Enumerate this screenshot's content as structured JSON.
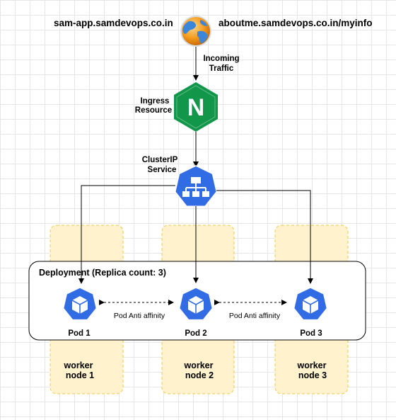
{
  "header": {
    "host_left": "sam-app.samdevops.co.in",
    "host_right": "aboutme.samdevops.co.in/myinfo",
    "globe_icon": "globe-icon"
  },
  "traffic": {
    "line1": "Incoming",
    "line2": "Traffic"
  },
  "ingress": {
    "line1": "Ingress",
    "line2": "Resource",
    "icon": "nginx-icon",
    "glyph": "N"
  },
  "service": {
    "line1": "ClusterIP",
    "line2": "Service",
    "icon": "service-icon"
  },
  "deployment": {
    "label": "Deployment (Replica count: 3)"
  },
  "pods": [
    {
      "label": "Pod 1",
      "icon": "pod-icon"
    },
    {
      "label": "Pod 2",
      "icon": "pod-icon"
    },
    {
      "label": "Pod 3",
      "icon": "pod-icon"
    }
  ],
  "affinity": [
    "Pod Anti affinity",
    "Pod Anti affinity"
  ],
  "nodes": [
    {
      "line1": "worker",
      "line2": "node 1"
    },
    {
      "line1": "worker",
      "line2": "node 2"
    },
    {
      "line1": "worker",
      "line2": "node 3"
    }
  ],
  "colors": {
    "node_fill": "#fff2cc",
    "node_stroke": "#f2c94c",
    "k8s_blue": "#326ce5",
    "nginx_green": "#11964a"
  }
}
